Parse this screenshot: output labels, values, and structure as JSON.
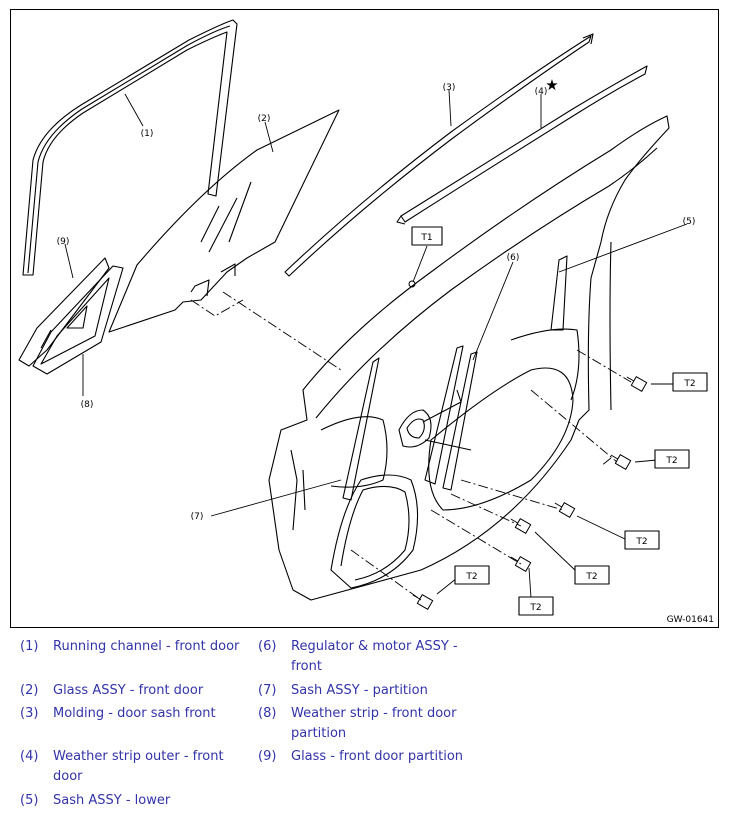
{
  "figure": {
    "id": "GW-01641",
    "callouts": {
      "c1": "(1)",
      "c2": "(2)",
      "c3": "(3)",
      "c4": "(4)",
      "c5": "(5)",
      "c6": "(6)",
      "c7": "(7)",
      "c8": "(8)",
      "c9": "(9)"
    },
    "star": "★",
    "torque_tags": {
      "t1": "T1",
      "t2a": "T2",
      "t2b": "T2",
      "t2c": "T2",
      "t2d": "T2",
      "t2e": "T2",
      "t2f": "T2"
    }
  },
  "legend": {
    "items": [
      {
        "num": "(1)",
        "text": "Running channel - front door"
      },
      {
        "num": "(2)",
        "text": "Glass ASSY - front door"
      },
      {
        "num": "(3)",
        "text": "Molding - door sash front"
      },
      {
        "num": "(4)",
        "text": "Weather strip outer - front door"
      },
      {
        "num": "(5)",
        "text": "Sash ASSY - lower"
      },
      {
        "num": "(6)",
        "text": "Regulator & motor ASSY - front"
      },
      {
        "num": "(7)",
        "text": "Sash ASSY - partition"
      },
      {
        "num": "(8)",
        "text": "Weather strip - front door partition"
      },
      {
        "num": "(9)",
        "text": "Glass - front door partition"
      }
    ]
  }
}
